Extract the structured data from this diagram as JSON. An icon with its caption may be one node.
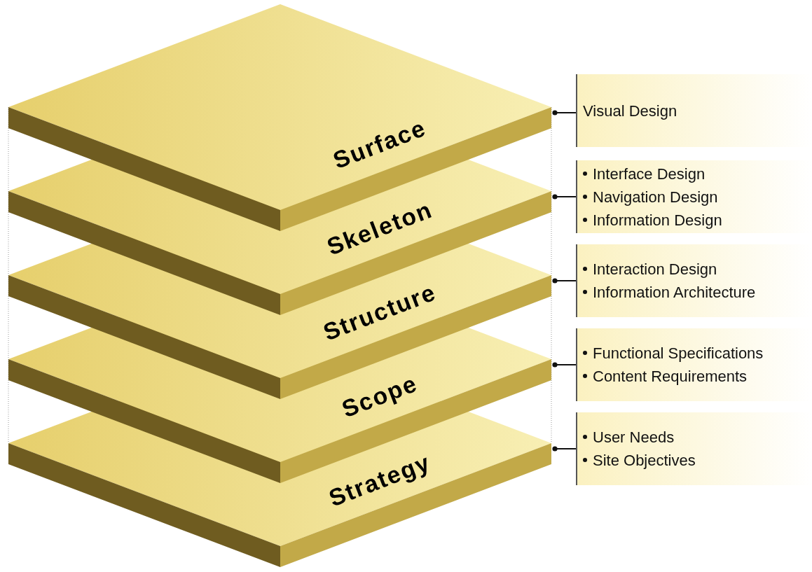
{
  "diagram": {
    "nodes": [
      {
        "text": [
          "Surface"
        ]
      },
      {
        "text": [
          "Skeleton"
        ]
      },
      {
        "text": [
          "Structure"
        ]
      },
      {
        "text": [
          "Scope"
        ]
      },
      {
        "text": [
          "Strategy"
        ]
      },
      {
        "text": [
          "Visual Design"
        ]
      },
      {
        "text": [
          "Interface Design",
          "Navigation Design",
          "Information Design"
        ]
      },
      {
        "text": [
          "Interaction Design",
          "Information Architecture"
        ]
      },
      {
        "text": [
          "Functional Specifications",
          "Content Requirements"
        ]
      },
      {
        "text": [
          "User Needs",
          "Site Objectives"
        ]
      }
    ],
    "edges": [
      {
        "from": 0,
        "to": 5,
        "arrow": "other"
      },
      {
        "from": 1,
        "to": 6,
        "arrow": "other"
      },
      {
        "from": 2,
        "to": 7,
        "arrow": "other"
      },
      {
        "from": 3,
        "to": 8,
        "arrow": "other"
      },
      {
        "from": 4,
        "to": 9,
        "arrow": "other"
      }
    ]
  }
}
